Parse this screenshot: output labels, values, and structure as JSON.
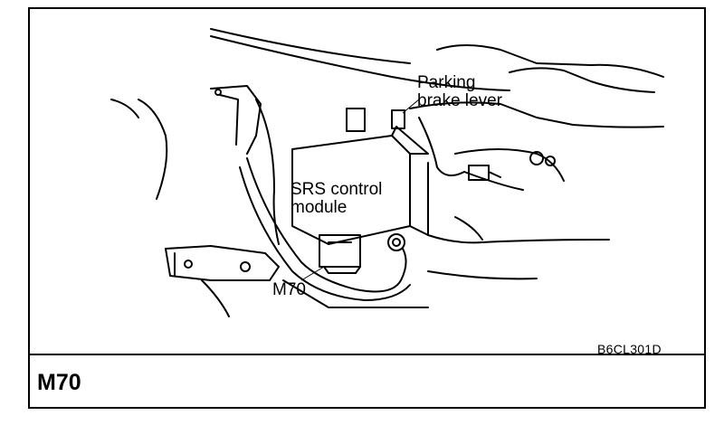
{
  "labels": {
    "parking_line1": "Parking",
    "parking_line2": "brake lever",
    "srs_line1": "SRS control",
    "srs_line2": "module",
    "connector": "M70"
  },
  "reference_code": "B6CL301D",
  "footer_code": "M70"
}
